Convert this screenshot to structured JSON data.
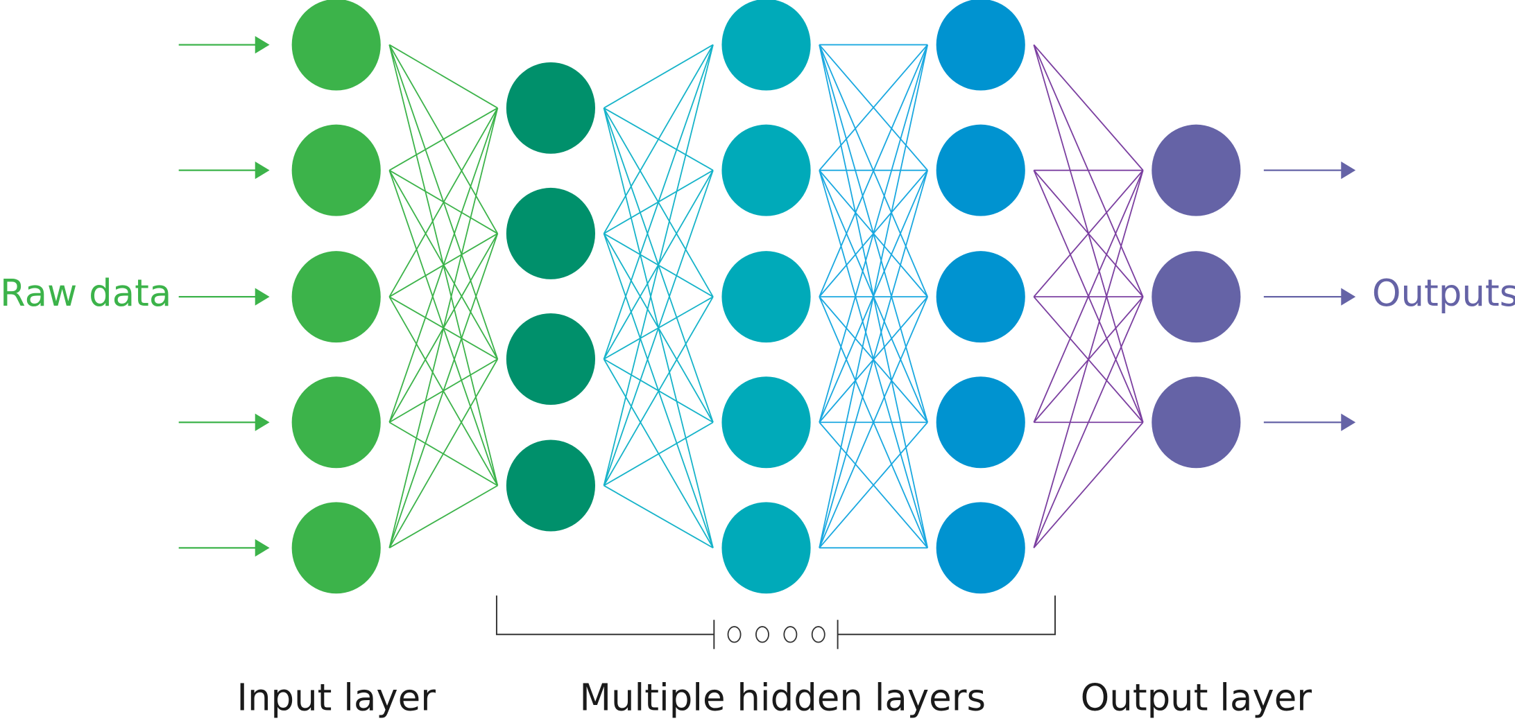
{
  "labels": {
    "input_side": "Raw data",
    "output_side": "Outputs",
    "input_layer": "Input layer",
    "hidden_layers": "Multiple hidden layers",
    "output_layer": "Output layer"
  },
  "colors": {
    "input": "#3cb34a",
    "hidden1": "#00906b",
    "hidden1_edges": "#16b3c9",
    "hidden2": "#00aab9",
    "hidden2_edges": "#1aa8e0",
    "hidden3": "#0093d0",
    "output": "#6563a6",
    "output_edges": "#7b3fa0",
    "input_edges": "#3cb34a",
    "bracket": "#333333"
  },
  "layers": [
    {
      "name": "input",
      "nodes": 5,
      "color_key": "input"
    },
    {
      "name": "hidden-1",
      "nodes": 4,
      "color_key": "hidden1"
    },
    {
      "name": "hidden-2",
      "nodes": 5,
      "color_key": "hidden2"
    },
    {
      "name": "hidden-3",
      "nodes": 5,
      "color_key": "hidden3"
    },
    {
      "name": "output",
      "nodes": 3,
      "color_key": "output"
    }
  ],
  "connections": [
    {
      "from": "input",
      "to": "hidden-1",
      "color_key": "input_edges"
    },
    {
      "from": "hidden-1",
      "to": "hidden-2",
      "color_key": "hidden1_edges"
    },
    {
      "from": "hidden-2",
      "to": "hidden-3",
      "color_key": "hidden2_edges"
    },
    {
      "from": "hidden-3",
      "to": "output",
      "color_key": "output_edges"
    }
  ],
  "input_arrows": 5,
  "output_arrows": 3,
  "ellipsis_circles": 4
}
